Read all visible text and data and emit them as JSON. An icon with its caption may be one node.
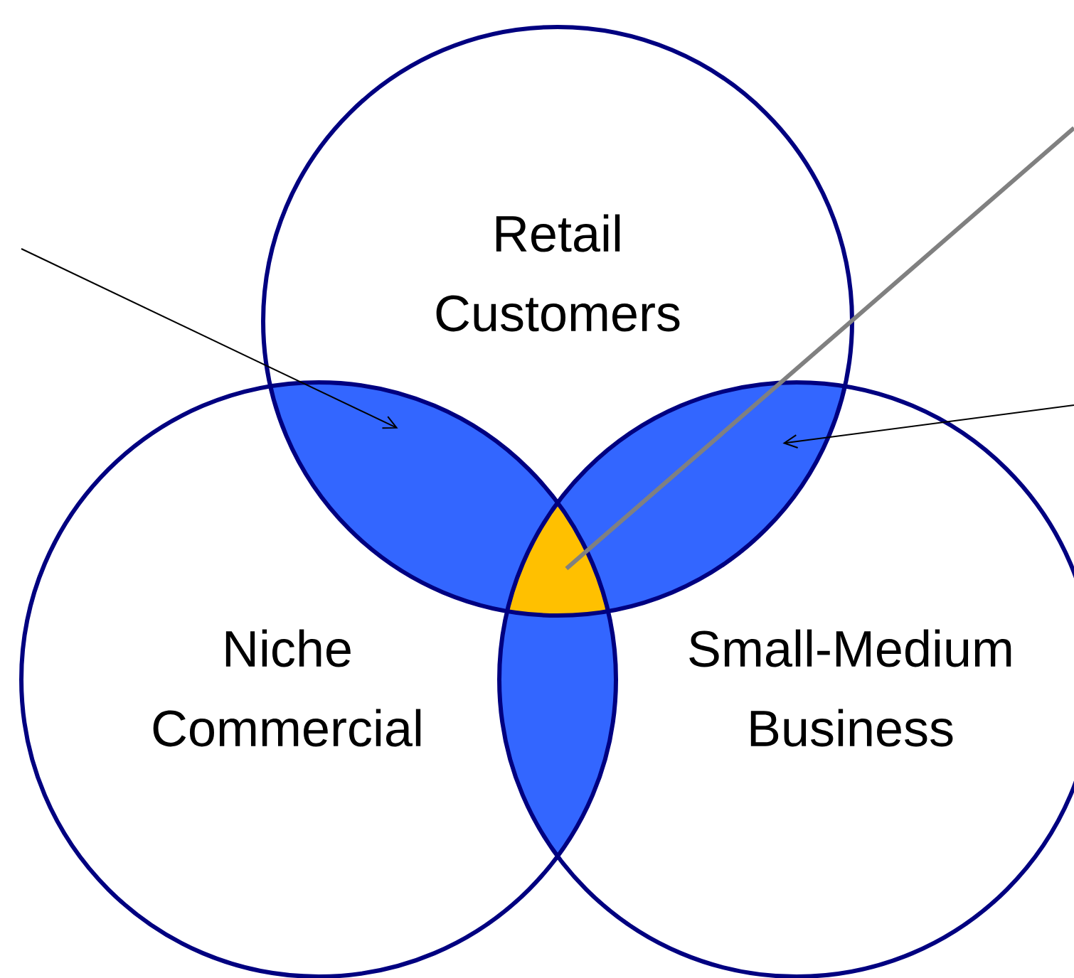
{
  "diagram": {
    "nodes": [
      {
        "text": [
          "Retail Customers"
        ]
      },
      {
        "text": [
          "Niche Commercial"
        ]
      },
      {
        "text": [
          "Small-Medium Business"
        ]
      },
      {
        "text": [],
        "shape": "lens"
      },
      {
        "text": [],
        "shape": "lens"
      },
      {
        "text": [],
        "shape": "triangle"
      },
      {
        "text": [],
        "shape": "lens"
      }
    ],
    "edges": [
      {
        "from": null,
        "to": 3,
        "arrow": "to"
      },
      {
        "from": null,
        "to": 4,
        "arrow": "to"
      },
      {
        "from": null,
        "to": 5,
        "arrow": "none",
        "style": "thick",
        "color": "#808080"
      }
    ]
  }
}
